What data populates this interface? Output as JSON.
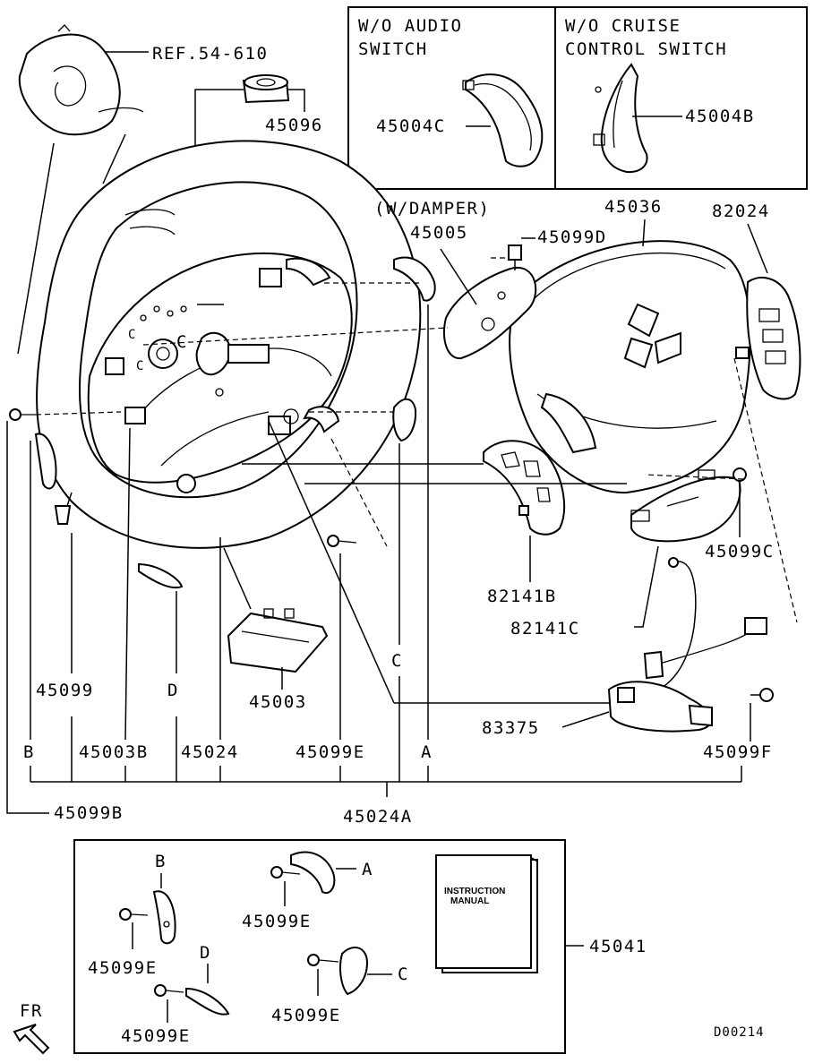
{
  "labels": {
    "ref_54_610": "REF.54-610",
    "p45096": "45096",
    "wo_audio_1": "W/O AUDIO",
    "wo_audio_2": "SWITCH",
    "wo_cruise_1": "W/O CRUISE",
    "wo_cruise_2": "CONTROL SWITCH",
    "p45004C": "45004C",
    "p45004B": "45004B",
    "w_damper": "(W/DAMPER)",
    "p45036": "45036",
    "p82024": "82024",
    "p45005": "45005",
    "p45099D": "45099D",
    "p45099C": "45099C",
    "p82141B": "82141B",
    "p82141C": "82141C",
    "p45099": "45099",
    "D": "D",
    "C": "C",
    "A": "A",
    "B": "B",
    "p45003": "45003",
    "p83375": "83375",
    "p45003B": "45003B",
    "p45024": "45024",
    "p45099E": "45099E",
    "p45099F": "45099F",
    "p45099B": "45099B",
    "p45024A": "45024A",
    "p45041": "45041",
    "instruction_1": "INSTRUCTION",
    "instruction_2": "MANUAL",
    "fr": "FR",
    "code": "D00214"
  }
}
